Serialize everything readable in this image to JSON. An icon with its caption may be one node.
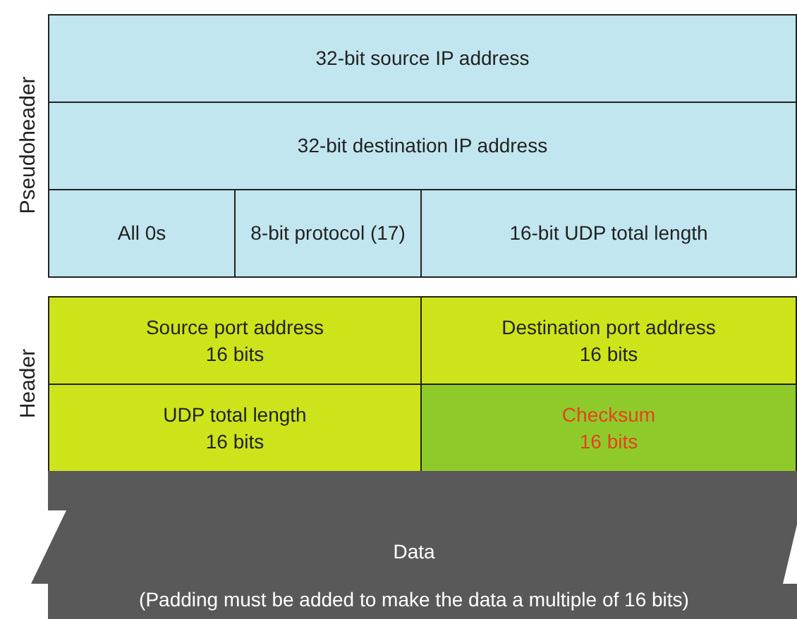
{
  "diagram": {
    "nodes": [
      {
        "text": [
          "32-bit source IP address"
        ]
      },
      {
        "text": [
          "32-bit destination IP address"
        ]
      },
      {
        "text": [
          "All 0s"
        ]
      },
      {
        "text": [
          "8-bit protocol (17)"
        ]
      },
      {
        "text": [
          "16-bit UDP total length"
        ]
      },
      {
        "text": [
          "Source port address",
          "16 bits"
        ]
      },
      {
        "text": [
          "Destination port address",
          "16 bits"
        ]
      },
      {
        "text": [
          "UDP total length",
          "16 bits"
        ]
      },
      {
        "text": [
          "Checksum",
          "16 bits"
        ]
      },
      {
        "text": [
          "Data",
          "(Padding must be added to make the data a multiple of 16 bits)"
        ]
      }
    ],
    "labels": [
      "Pseudoheader",
      "Header"
    ]
  }
}
